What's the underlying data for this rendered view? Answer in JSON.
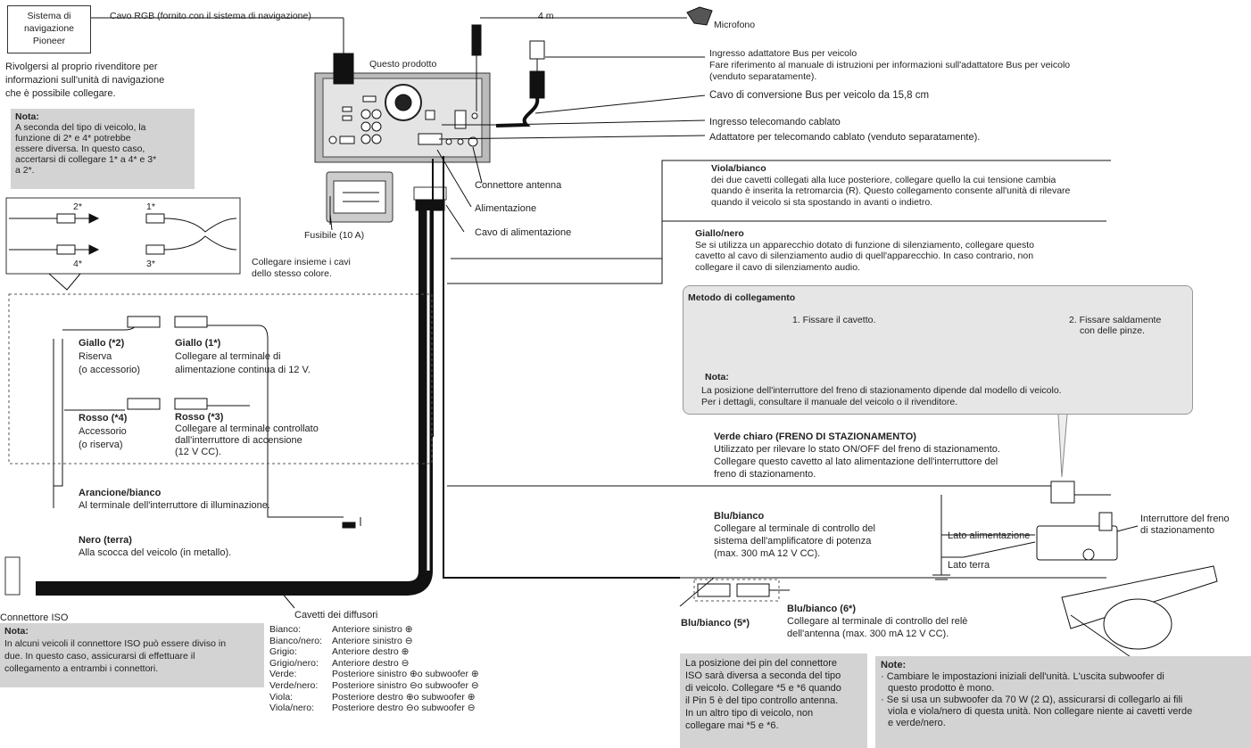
{
  "nav_system": {
    "label": [
      "Sistema di",
      "navigazione",
      "Pioneer"
    ]
  },
  "rgb_cable": "Cavo RGB (fornito con il sistema di navigazione)",
  "dealer_text": [
    "Rivolgersi al proprio rivenditore per",
    "informazioni sull'unità di navigazione",
    "che è possibile collegare."
  ],
  "note_top": {
    "title": "Nota:",
    "lines": [
      "A seconda del tipo di veicolo, la",
      "funzione di 2* e 4* potrebbe",
      "essere diversa. In questo caso,",
      "accertarsi di collegare 1* a 4* e 3*",
      "a 2*."
    ]
  },
  "connector_labels": {
    "c2": "2*",
    "c1": "1*",
    "c4": "4*",
    "c3": "3*"
  },
  "same_color": [
    "Collegare insieme i cavi",
    "dello stesso colore."
  ],
  "product": "Questo prodotto",
  "fuse": "Fusibile (10 A)",
  "length": "4 m",
  "microphone": "Microfono",
  "bus_input": {
    "title": "Ingresso adattatore Bus per veicolo",
    "lines": [
      "Fare riferimento al manuale di istruzioni per informazioni sull'adattatore Bus per veicolo",
      "(venduto separatamente)."
    ]
  },
  "bus_cable": "Cavo di conversione Bus per veicolo da 15,8 cm",
  "remote_input": {
    "title": "Ingresso telecomando cablato",
    "line": "Adattatore per telecomando cablato (venduto separatamente)."
  },
  "antenna_connector": "Connettore antenna",
  "power": "Alimentazione",
  "power_cable": "Cavo di alimentazione",
  "violet_white": {
    "title": "Viola/bianco",
    "lines": [
      "dei due cavetti collegati alla luce posteriore, collegare quello la cui tensione cambia",
      "quando è inserita la retromarcia (R). Questo collegamento consente all'unità di rilevare",
      "quando il veicolo si sta spostando in avanti o indietro."
    ]
  },
  "yellow_black": {
    "title": "Giallo/nero",
    "lines": [
      "Se si utilizza un apparecchio dotato di funzione di silenziamento, collegare questo",
      "cavetto al cavo di silenziamento audio di quell'apparecchio. In caso contrario, non",
      "collegare il cavo di silenziamento audio."
    ]
  },
  "method": {
    "title": "Metodo di collegamento",
    "step1": "1. Fissare il cavetto.",
    "step2": [
      "2. Fissare saldamente",
      "con delle pinze."
    ],
    "note_title": "Nota:",
    "note_lines": [
      "La posizione dell'interruttore del freno di stazionamento dipende dal modello di veicolo.",
      "Per i dettagli, consultare il manuale del veicolo o il rivenditore."
    ]
  },
  "wires": {
    "yellow2": {
      "title": "Giallo (*2)",
      "lines": [
        "Riserva",
        "(o accessorio)"
      ]
    },
    "yellow1": {
      "title": "Giallo (1*)",
      "lines": [
        "Collegare al terminale di",
        "alimentazione continua di 12 V."
      ]
    },
    "red4": {
      "title": "Rosso (*4)",
      "lines": [
        "Accessorio",
        "(o riserva)"
      ]
    },
    "red3": {
      "title": "Rosso (*3)",
      "lines": [
        "Collegare al terminale controllato",
        "dall'interruttore di accensione",
        "(12 V CC)."
      ]
    }
  },
  "light_green": {
    "title": "Verde chiaro (FRENO DI STAZIONAMENTO)",
    "lines": [
      "Utilizzato per rilevare lo stato ON/OFF del freno di stazionamento.",
      "Collegare questo cavetto al lato alimentazione dell'interruttore del",
      "freno di stazionamento."
    ]
  },
  "orange_white": {
    "title": "Arancione/bianco",
    "line": "Al terminale dell'interruttore di illuminazione."
  },
  "black": {
    "title": "Nero (terra)",
    "line": "Alla scocca del veicolo (in metallo)."
  },
  "blue_white": {
    "title": "Blu/bianco",
    "lines": [
      "Collegare al terminale di controllo del",
      "sistema dell'amplificatore di potenza",
      "(max. 300 mA 12 V CC)."
    ]
  },
  "blue_white5": "Blu/bianco (5*)",
  "blue_white6": {
    "title": "Blu/bianco (6*)",
    "lines": [
      "Collegare al terminale di controllo del relè",
      "dell'antenna (max. 300 mA 12 V CC)."
    ]
  },
  "power_side": "Lato alimentazione",
  "ground_side": "Lato terra",
  "brake_switch": [
    "Interruttore del freno",
    "di stazionamento"
  ],
  "iso": "Connettore ISO",
  "iso_note": {
    "title": "Nota:",
    "lines": [
      "In alcuni veicoli il connettore ISO può essere diviso in",
      "due. In questo caso, assicurarsi di effettuare il",
      "collegamento a entrambi i connettori."
    ]
  },
  "speakers": {
    "title": "Cavetti dei diffusori",
    "rows": [
      [
        "Bianco:",
        "Anteriore sinistro ⊕"
      ],
      [
        "Bianco/nero:",
        "Anteriore sinistro ⊖"
      ],
      [
        "Grigio:",
        "Anteriore destro ⊕"
      ],
      [
        "Grigio/nero:",
        "Anteriore destro ⊖"
      ],
      [
        "Verde:",
        "Posteriore sinistro ⊕o subwoofer ⊕"
      ],
      [
        "Verde/nero:",
        "Posteriore sinistro ⊖o subwoofer ⊖"
      ],
      [
        "Viola:",
        "Posteriore destro ⊕o subwoofer ⊕"
      ],
      [
        "Viola/nero:",
        "Posteriore destro ⊖o subwoofer ⊖"
      ]
    ]
  },
  "pin_note": [
    "La posizione dei pin del connettore",
    "ISO sarà diversa a seconda del tipo",
    "di veicolo. Collegare *5 e *6 quando",
    "il Pin 5 è del tipo controllo antenna.",
    "In un altro tipo di veicolo, non",
    "collegare mai *5 e *6."
  ],
  "notes_bottom": {
    "title": "Note:",
    "lines": [
      "Cambiare le impostazioni iniziali dell'unità. L'uscita subwoofer di",
      "questo prodotto è mono.",
      "Se si usa un subwoofer da 70 W (2 Ω), assicurarsi di collegarlo ai fili",
      "viola e viola/nero di questa unità. Non collegare niente ai cavetti verde",
      "e verde/nero."
    ]
  }
}
